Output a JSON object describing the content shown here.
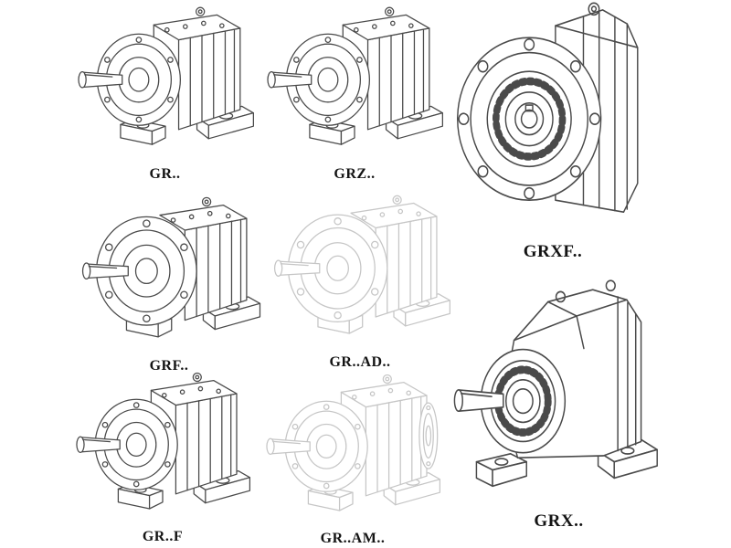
{
  "page": {
    "background": "#ffffff",
    "line_color": "#4a4a4a",
    "faded_line_color": "#c6c6c6",
    "label_color": "#141414"
  },
  "catalog": {
    "items": [
      {
        "label": "GR..",
        "style": "solid"
      },
      {
        "label": "GRZ..",
        "style": "solid"
      },
      {
        "label": "GRXF..",
        "style": "solid"
      },
      {
        "label": "GRF..",
        "style": "solid"
      },
      {
        "label": "GR..AD..",
        "style": "faded"
      },
      {
        "label": "GR..F",
        "style": "solid"
      },
      {
        "label": "GR..AM..",
        "style": "faded"
      },
      {
        "label": "GRX..",
        "style": "solid"
      }
    ]
  }
}
